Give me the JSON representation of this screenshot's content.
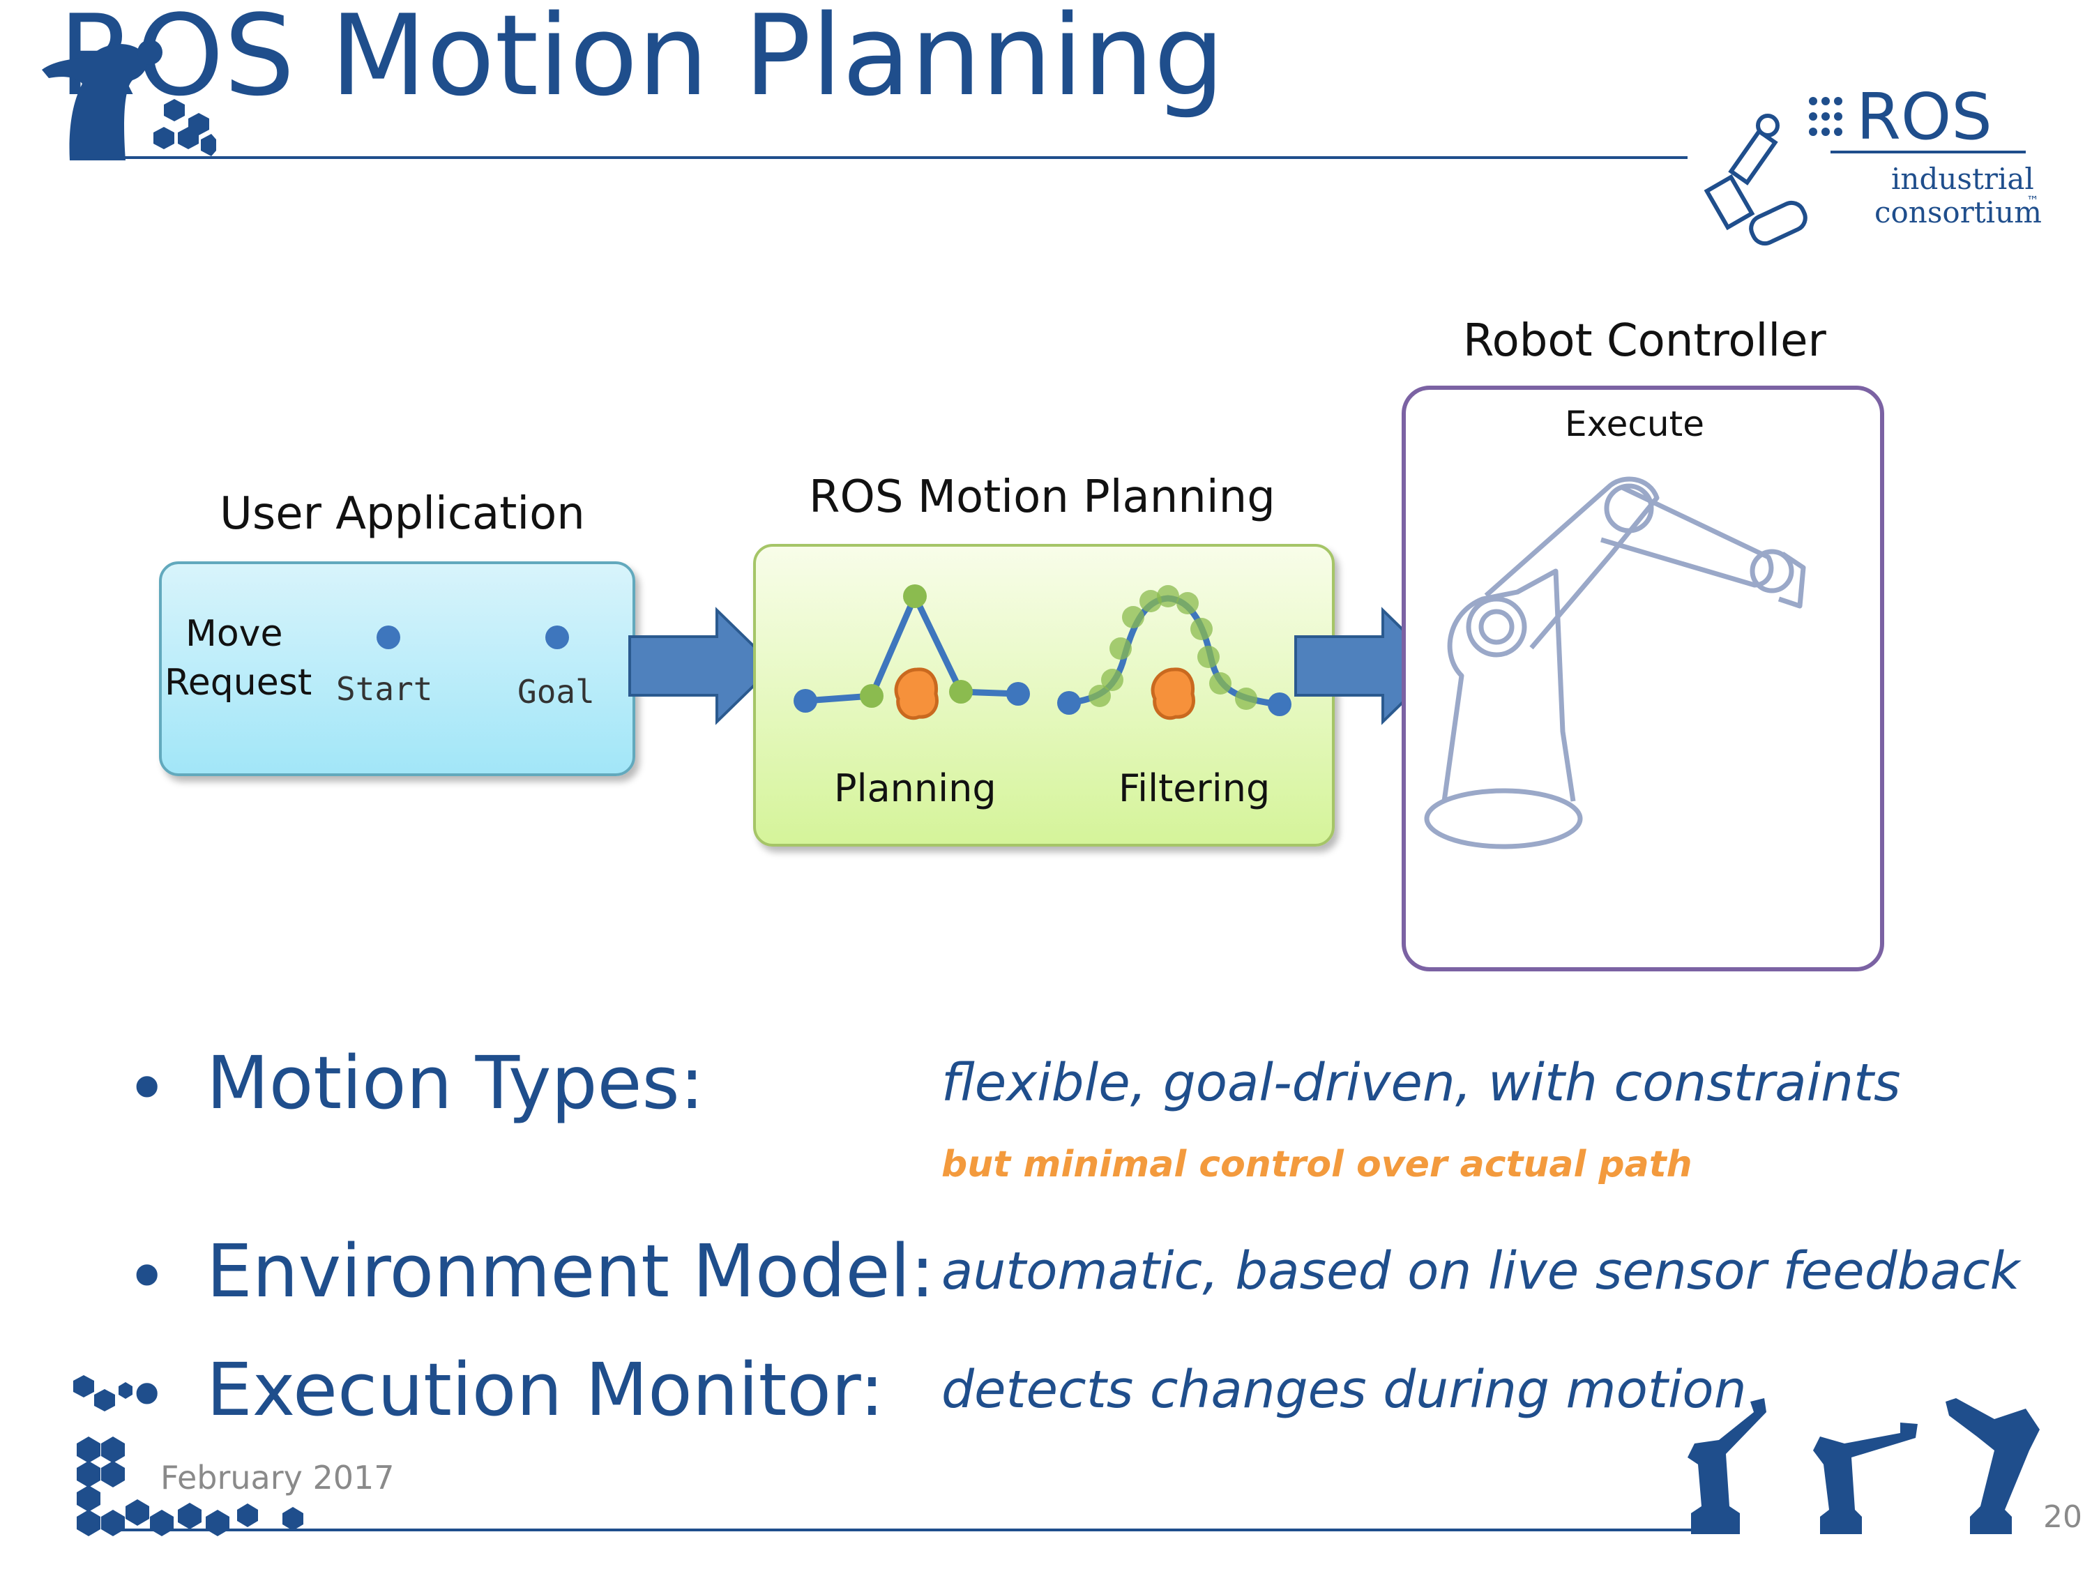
{
  "slide": {
    "title": "ROS Motion Planning",
    "footer_date": "February 2017",
    "page_number": "20",
    "accent_color": "#1f4e8c",
    "highlight_color": "#f39a3d"
  },
  "logo": {
    "brand": "ROS",
    "line1": "industrial",
    "line2": "consortium",
    "tm": "™"
  },
  "diagram": {
    "user_app": {
      "heading": "User Application",
      "move_line1": "Move",
      "move_line2": "Request",
      "start": "Start",
      "goal": "Goal"
    },
    "motion_planning": {
      "heading": "ROS Motion Planning",
      "planning": "Planning",
      "filtering": "Filtering"
    },
    "robot_controller": {
      "heading": "Robot Controller",
      "execute": "Execute"
    }
  },
  "bullets": [
    {
      "label": "Motion Types:",
      "desc": "flexible, goal-driven, with constraints",
      "note": "but minimal control over actual path"
    },
    {
      "label": "Environment Model:",
      "desc": "automatic, based on live sensor feedback"
    },
    {
      "label": "Execution Monitor:",
      "desc": "detects changes during motion"
    }
  ]
}
